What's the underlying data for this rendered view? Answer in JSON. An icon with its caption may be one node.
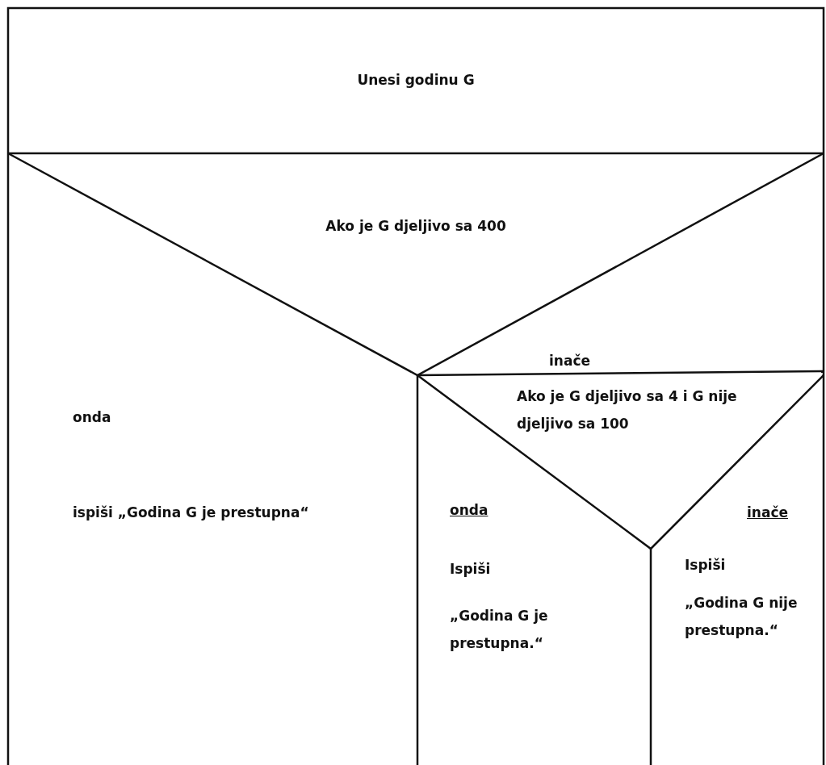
{
  "diagram": {
    "nodes": [
      {
        "text": [
          "Unesi godinu G"
        ]
      },
      {
        "text": [
          "Ako je G djeljivo sa 400"
        ]
      },
      {
        "text": [
          "onda",
          "ispiši „Godina G je prestupna“"
        ]
      },
      {
        "text": [
          "Ako je G djeljivo sa 4 i G nije djeljivo sa 100"
        ]
      },
      {
        "text": [
          "onda",
          "Ispiši",
          "„Godina G je prestupna.“"
        ]
      },
      {
        "text": [
          "inače",
          "Ispiši",
          "„Godina G nije prestupna.“"
        ]
      }
    ],
    "labels": [
      "inače"
    ]
  }
}
